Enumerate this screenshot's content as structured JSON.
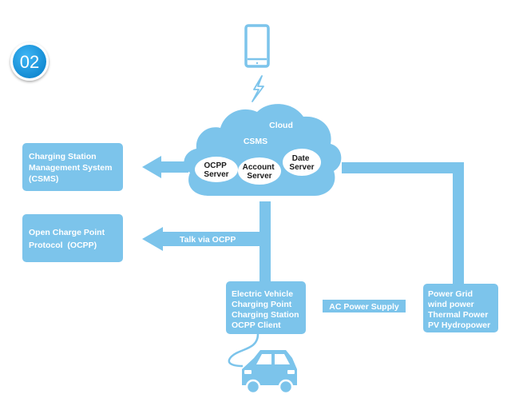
{
  "badge": {
    "number": "02"
  },
  "cloud": {
    "label": "Cloud",
    "subtitle": "CSMS",
    "servers": [
      {
        "lines": [
          "OCPP",
          "Server"
        ]
      },
      {
        "lines": [
          "Account",
          "Server"
        ]
      },
      {
        "lines": [
          "Date",
          "Server"
        ]
      }
    ]
  },
  "boxes": {
    "csms": {
      "lines": [
        "Charging Station",
        "Management System",
        "(CSMS)"
      ]
    },
    "ocpp": {
      "lines": [
        "Open Charge Point",
        "Protocol  (OCPP)"
      ]
    },
    "ev": {
      "lines": [
        "Electric Vehicle",
        "Charging Point",
        "Charging Station",
        "OCPP Client"
      ]
    },
    "grid": {
      "lines": [
        "Power Grid",
        "wind power",
        "Thermal Power",
        "PV Hydropower"
      ]
    }
  },
  "arrows": {
    "talk_via_ocpp": "Talk via OCPP",
    "ac_power_supply": "AC Power Supply"
  },
  "icons": {
    "phone": "smartphone-icon",
    "lightning": "lightning-icon",
    "car": "electric-car-icon"
  },
  "colors": {
    "accent": "#7cc4eb",
    "badge": "#1a9ee6",
    "text_dark": "#1a1a1a"
  }
}
